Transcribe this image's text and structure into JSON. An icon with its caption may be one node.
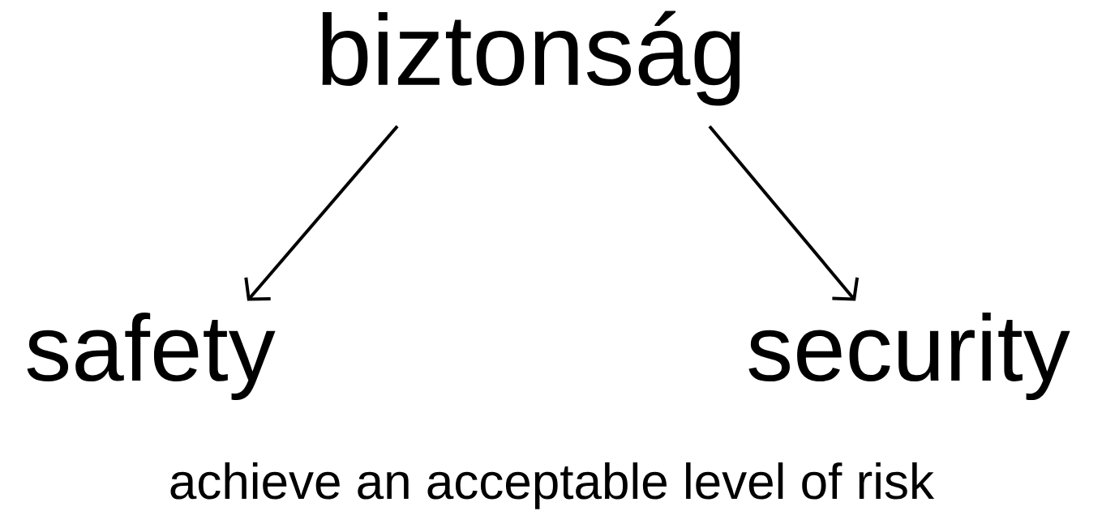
{
  "diagram": {
    "nodes": [
      {
        "text": [
          "biztonság"
        ]
      },
      {
        "text": [
          "safety"
        ]
      },
      {
        "text": [
          "security"
        ]
      }
    ],
    "edges": [
      {
        "from": 0,
        "to": 1,
        "arrow": "to"
      },
      {
        "from": 0,
        "to": 2,
        "arrow": "to"
      }
    ],
    "labels": [
      "achieve an acceptable level of risk"
    ]
  }
}
